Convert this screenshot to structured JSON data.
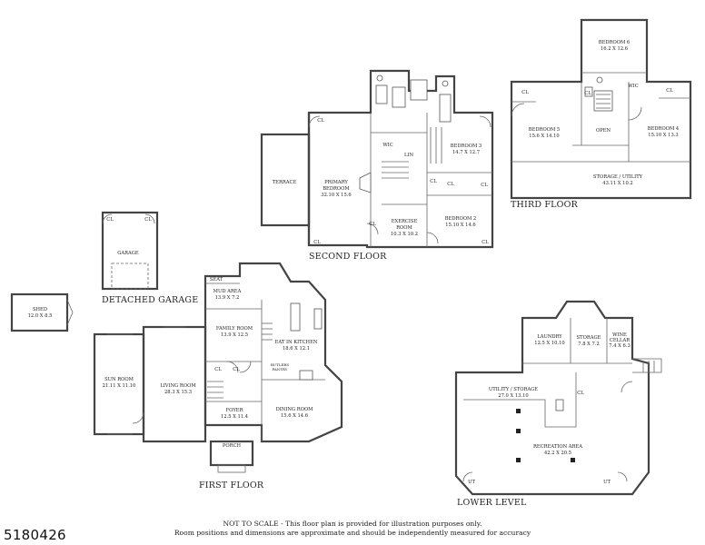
{
  "floors": {
    "second": "SECOND FLOOR",
    "third": "THIRD FLOOR",
    "first": "FIRST FLOOR",
    "garage": "DETACHED GARAGE",
    "lower": "LOWER LEVEL"
  },
  "rooms": {
    "terrace": "TERRACE",
    "primary_name": "PRIMARY",
    "primary_name2": "BEDROOM",
    "primary_dim": "32.10 X 15.6",
    "wic": "WIC",
    "lin": "LIN",
    "bed3": "BEDROOM 3",
    "bed3_dim": "14.7 X 12.7",
    "exercise": "EXERCISE",
    "exercise2": "ROOM",
    "exercise_dim": "10.3 X 10.2",
    "bed2": "BEDROOM 2",
    "bed2_dim": "15.10 X 14.6",
    "bed6": "BEDROOM 6",
    "bed6_dim": "16.2 X 12.6",
    "wic3": "WIC",
    "bed5": "BEDROOM 5",
    "bed5_dim": "15.6 X 14.10",
    "open": "OPEN",
    "bed4": "BEDROOM 4",
    "bed4_dim": "15.10 X 13.3",
    "storage3": "STORAGE / UTILITY",
    "storage3_dim": "43.11 X 10.2",
    "garage": "GARAGE",
    "shed": "SHED",
    "shed_dim": "12.0 X 8.5",
    "mud": "MUD AREA",
    "mud_dim": "13.9 X 7.2",
    "seat": "SEAT",
    "family": "FAMILY ROOM",
    "family_dim": "13.9 X 12.5",
    "kitchen": "EAT IN KITCHEN",
    "kitchen_dim": "18.6 X 12.1",
    "butler": "BUTLERS",
    "butler2": "PANTRY",
    "sun": "SUN ROOM",
    "sun_dim": "21.11 X 11.10",
    "living": "LIVING ROOM",
    "living_dim": "28.3 X 15.3",
    "foyer": "FOYER",
    "foyer_dim": "12.5 X 11.4",
    "dining": "DINING ROOM",
    "dining_dim": "15.6 X 14.6",
    "porch": "PORCH",
    "laundry": "LAUNDRY",
    "laundry_dim": "12.5 X 10.10",
    "storage_ll": "STORAGE",
    "storage_ll_dim": "7.8 X 7.2",
    "wine": "WINE",
    "wine2": "CELLAR",
    "wine_dim": "7.4 X 6.3",
    "utility": "UTILITY / STORAGE",
    "utility_dim": "27.0 X 13.10",
    "rec": "RECREATION AREA",
    "rec_dim": "42.2 X 20.5",
    "cl": "CL",
    "ut": "UT"
  },
  "footer": {
    "line1": "NOT TO SCALE - This floor plan is provided for illustration purposes only.",
    "line2": "Room positions and dimensions are approximate and should be independently measured for accuracy"
  },
  "listing_id": "5180426"
}
